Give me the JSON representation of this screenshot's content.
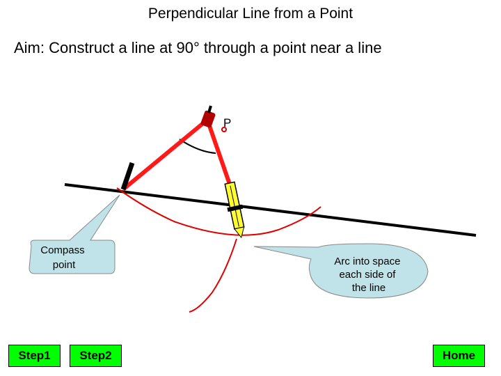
{
  "slide": {
    "title": "Perpendicular Line from a Point",
    "aim": "Aim: Construct a line at 90° through a point near a line"
  },
  "diagram": {
    "point_label": "P",
    "callouts": {
      "compass_point": [
        "Compass",
        "point"
      ],
      "arc_info": [
        "Arc into space",
        "each side of",
        "the line"
      ]
    }
  },
  "nav": {
    "step1": "Step1",
    "step2": "Step2",
    "home": "Home"
  },
  "colors": {
    "button": "#00ff00",
    "callout_fill": "#bfe3e8",
    "compass_red": "#ff1a1a",
    "arc_red": "#e00000"
  }
}
